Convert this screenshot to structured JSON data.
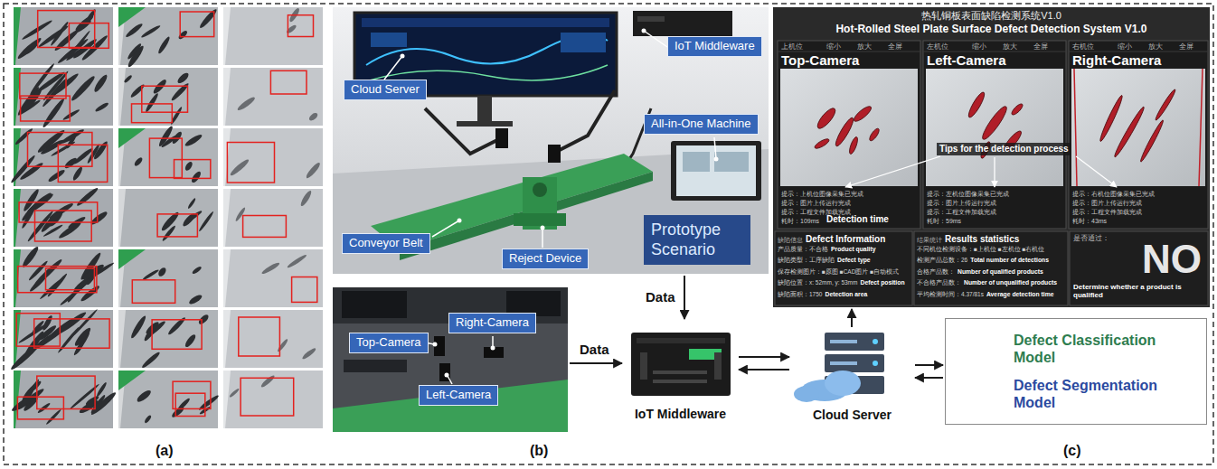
{
  "diagram": {
    "nodes": [
      {
        "text": [
          "Cloud Server",
          "IoT Middleware",
          "All-in-One Machine",
          "Conveyor Belt",
          "Reject Device",
          "Prototype Scenario"
        ]
      },
      {
        "text": [
          "Top-Camera",
          "Right-Camera",
          "Left-Camera"
        ]
      },
      {
        "text": [
          "IoT Middleware"
        ]
      },
      {
        "text": [
          "Cloud Server"
        ]
      },
      {
        "text": [
          "热轧铜板表面缺陷检测系统V1.0",
          "Hot-Rolled Steel Plate Surface Defect Detection System V1.0"
        ]
      },
      {
        "text": [
          "上机位",
          "缩小",
          "放大",
          "全屏",
          "Top-Camera",
          "提示：上机位图像采集已完成",
          "提示：图片上传运行完成",
          "提示：工程文件加载完成",
          "耗时：109ms",
          "Detection time"
        ],
        "in": 4
      },
      {
        "text": [
          "左机位",
          "缩小",
          "放大",
          "全屏",
          "Left-Camera",
          "提示：左机位图像采集已完成",
          "提示：图片上传运行完成",
          "提示：工程文件加载完成",
          "耗时：59ms"
        ],
        "in": 4
      },
      {
        "text": [
          "右机位",
          "缩小",
          "放大",
          "全屏",
          "Right-Camera",
          "提示：右机位图像采集已完成",
          "提示：图片上传运行完成",
          "提示：工程文件加载完成",
          "耗时：43ms"
        ],
        "in": 4
      },
      {
        "text": [
          "缺陷信息",
          "Defect Information",
          "产品质量：不合格",
          "Product quality",
          "缺陷类型：工序缺陷",
          "Defect type",
          "保存检测图片：■原图 ■CAD图片 ■自动模式",
          "缺陷位置：x: 52mm, y: 53mm",
          "Defect position",
          "缺陷面积：1750",
          "Detection area"
        ],
        "in": 4
      },
      {
        "text": [
          "结果统计",
          "Results statistics",
          "不同机位检测设备：■上机位 ■左机位 ■右机位",
          "检测产品总数：26",
          "Total number of detections",
          "合格产品数：",
          "Number of qualified products",
          "不合格产品数：",
          "Number of unqualified products",
          "平均检测时间：4.37/81s",
          "Average detection time"
        ],
        "in": 4
      },
      {
        "text": [
          "是否通过：",
          "NO",
          "Determine whether a product is qualified"
        ],
        "in": 4
      },
      {
        "text": [
          "Defect Classification Model",
          "Defect Segmentation Model"
        ]
      }
    ],
    "edges": [
      {
        "from": 0,
        "to": 2,
        "arrow": "to",
        "label": "Data"
      },
      {
        "from": 1,
        "to": 2,
        "arrow": "to",
        "label": "Data"
      },
      {
        "from": 2,
        "to": 3,
        "arrow": "both"
      },
      {
        "from": 3,
        "to": 4,
        "arrow": "to"
      },
      {
        "from": 3,
        "to": 11,
        "arrow": "both"
      }
    ],
    "labels": [
      "(a)",
      "(b)",
      "(c)",
      "Tips for the detection process"
    ]
  }
}
